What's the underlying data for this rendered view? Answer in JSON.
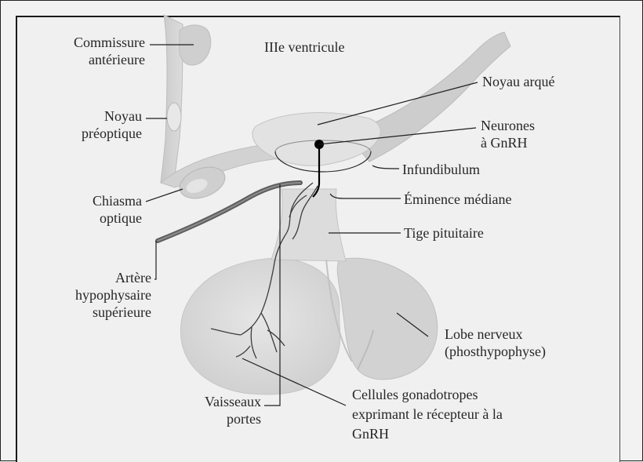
{
  "labels": {
    "commissure": [
      "Commissure",
      "antérieure"
    ],
    "ventricule": "IIIe ventricule",
    "noyau_preoptique": [
      "Noyau",
      "préoptique"
    ],
    "chiasma": [
      "Chiasma",
      "optique"
    ],
    "artere": [
      "Artère",
      "hypophysaire",
      "supérieure"
    ],
    "vaisseaux": [
      "Vaisseaux",
      "portes"
    ],
    "noyau_arque": "Noyau arqué",
    "neurones": [
      "Neurones",
      "à GnRH"
    ],
    "infundibulum": "Infundibulum",
    "eminence": "Éminence médiane",
    "tige": "Tige pituitaire",
    "lobe": [
      "Lobe nerveux",
      "(phosthypophyse)"
    ],
    "cellules": [
      "Cellules gonadotropes",
      "exprimant le récepteur à la",
      "GnRH"
    ]
  },
  "colors": {
    "tissue": "#d9d9d9",
    "tissue_dark": "#bdbdbd",
    "artery": "#6b6b6b",
    "line": "#1f1f1f"
  }
}
